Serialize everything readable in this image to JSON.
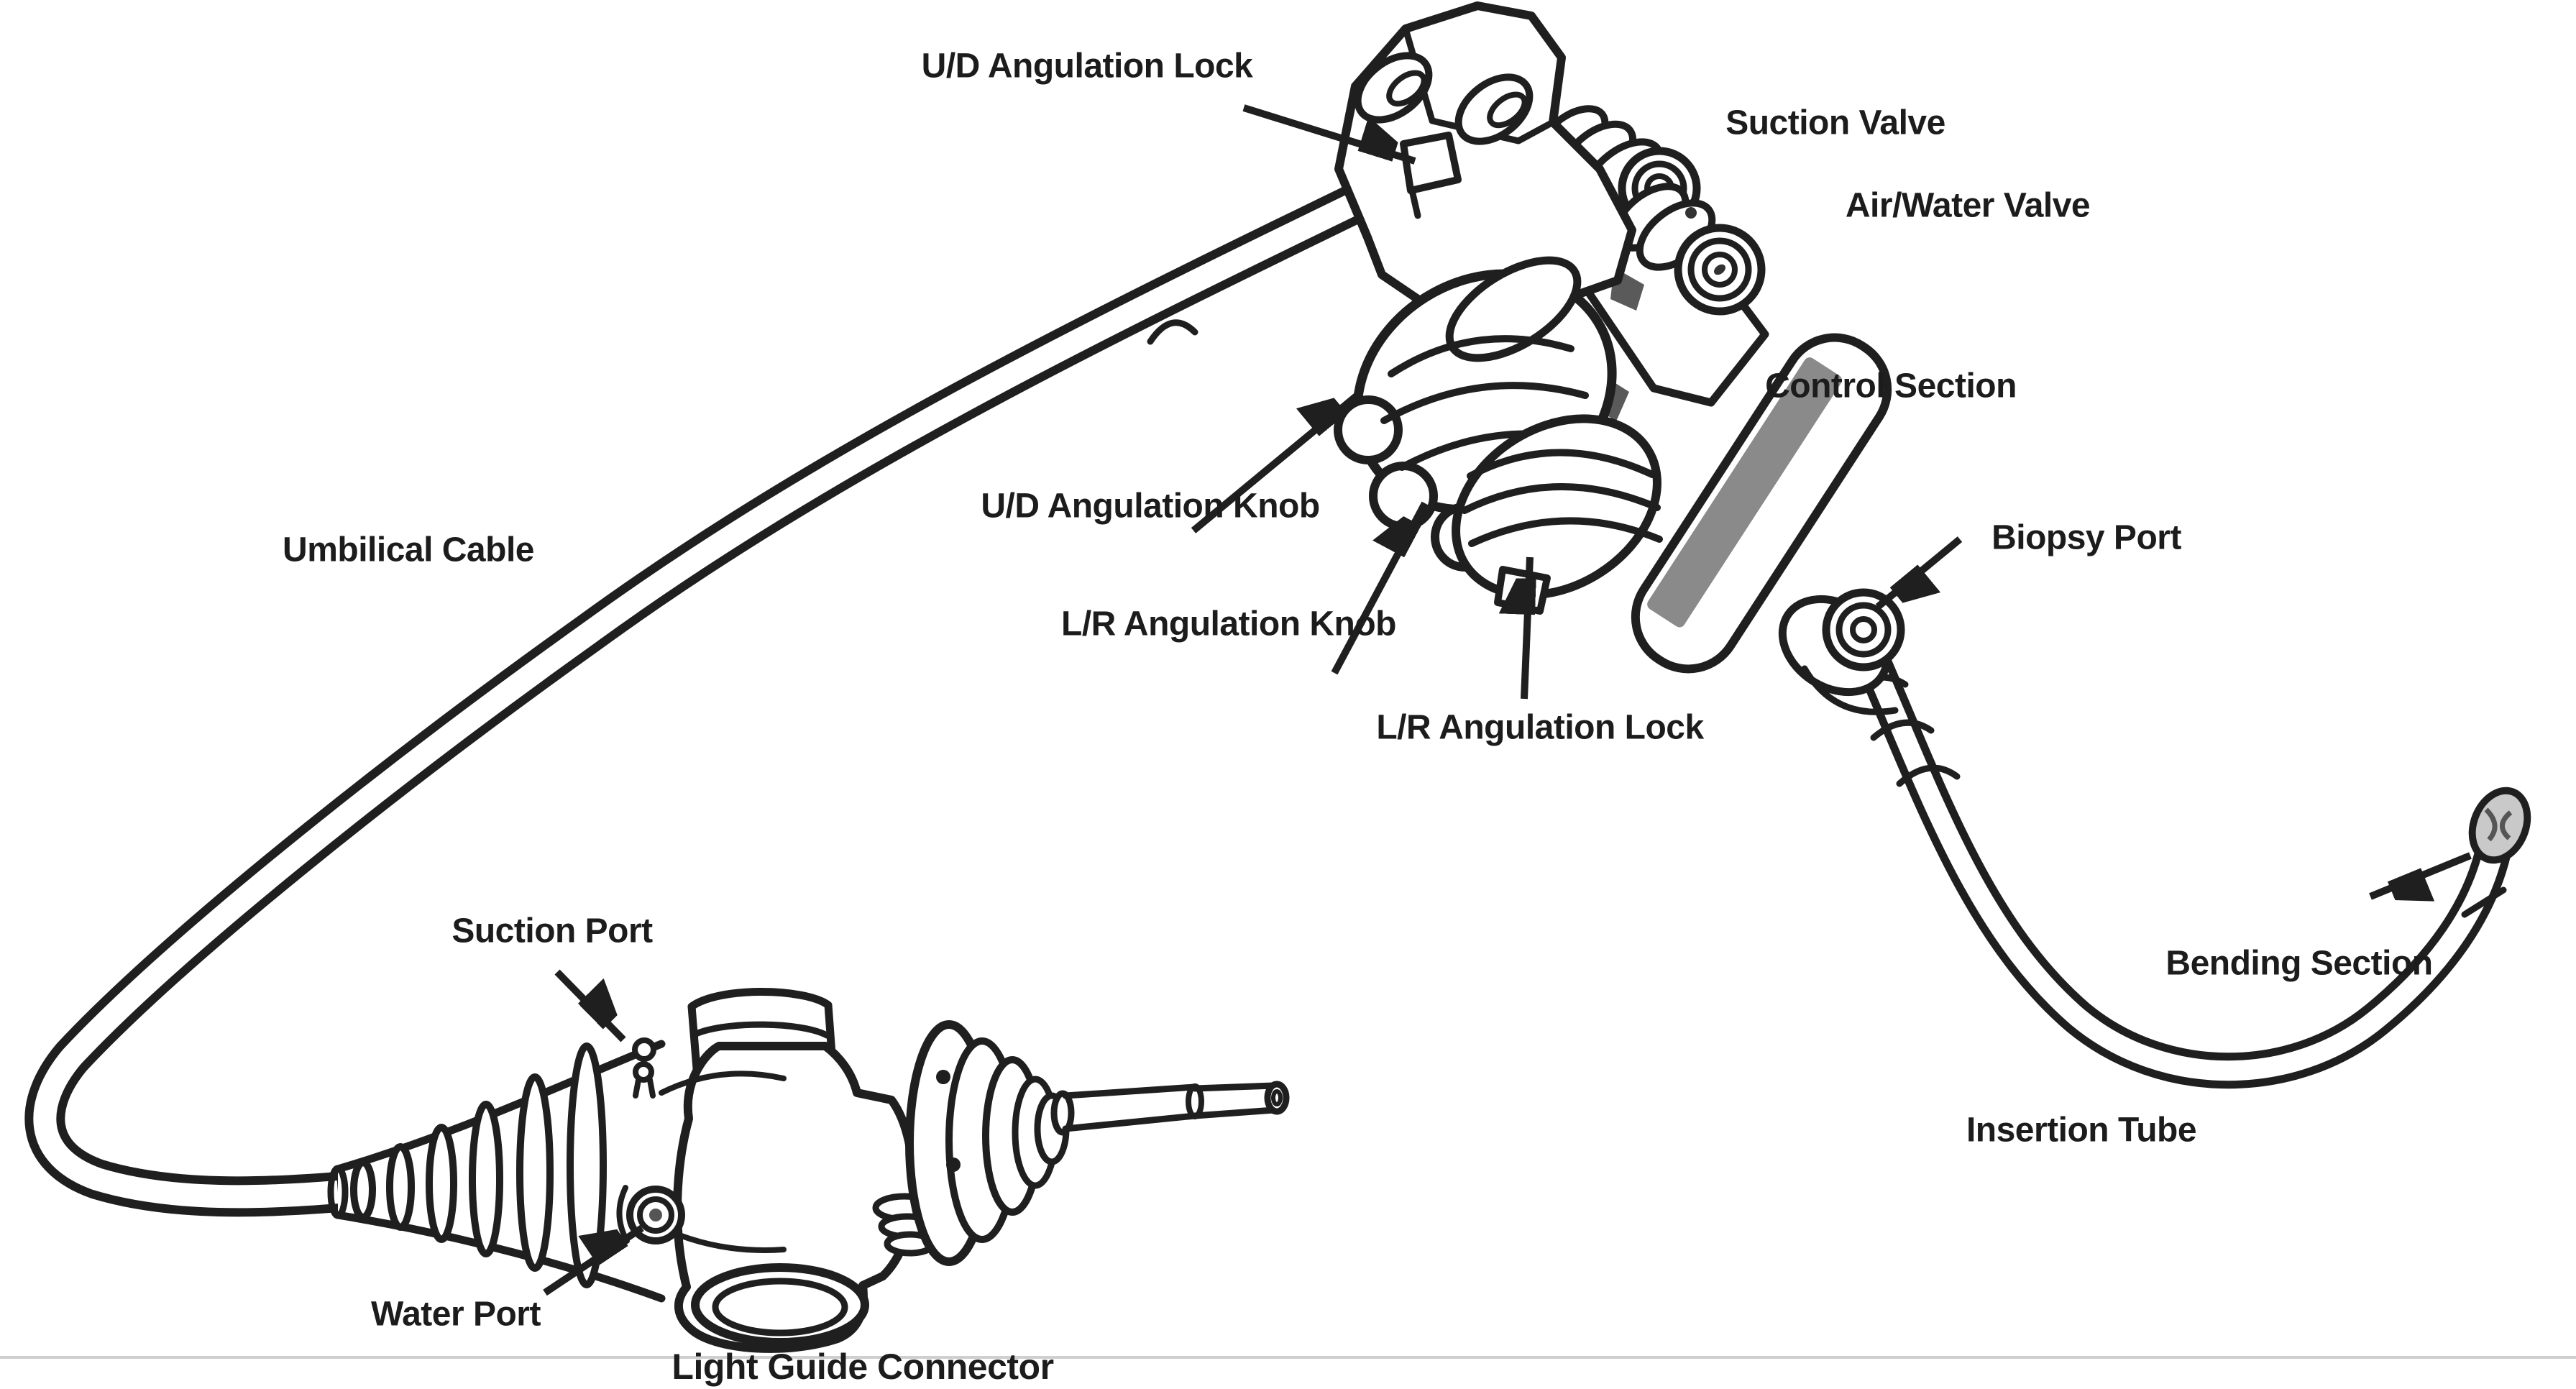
{
  "diagram": {
    "type": "labeled-schematic",
    "subject": "endoscope-parts-diagram",
    "colors": {
      "paper": "#ffffff",
      "ink": "#1f1f1f",
      "grip_gray": "#8a8a8a",
      "shadow_gray": "#5a5a5a",
      "tip_gray": "#c9c9c9",
      "baseline_gray": "#cfcfcf"
    },
    "labels": {
      "ud_angulation_lock": "U/D Angulation Lock",
      "suction_valve": "Suction Valve",
      "air_water_valve": "Air/Water Valve",
      "control_section": "Control Section",
      "ud_angulation_knob": "U/D Angulation Knob",
      "lr_angulation_knob": "L/R Angulation Knob",
      "lr_angulation_lock": "L/R Angulation Lock",
      "biopsy_port": "Biopsy Port",
      "umbilical_cable": "Umbilical Cable",
      "suction_port": "Suction Port",
      "water_port": "Water Port",
      "light_guide_connector": "Light Guide Connector",
      "insertion_tube": "Insertion Tube",
      "bending_section": "Bending Section"
    }
  }
}
